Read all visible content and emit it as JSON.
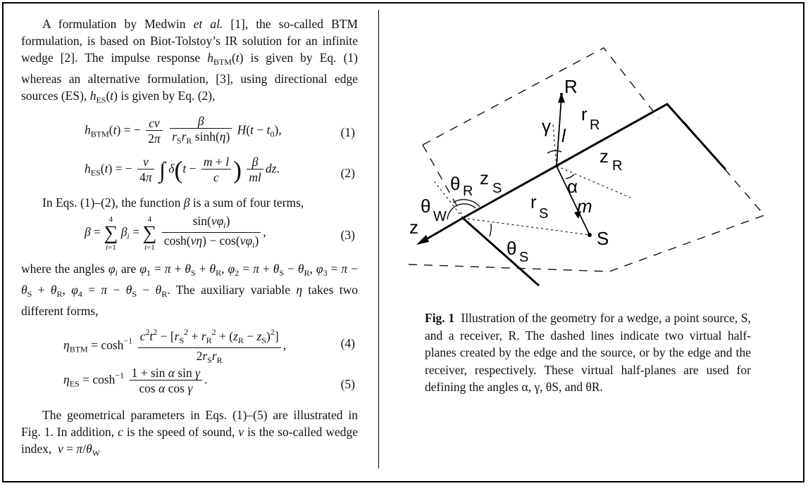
{
  "left_column": {
    "para1": "A formulation by Medwin et al. [1], the so-called BTM formulation, is based on Biot-Tolstoy’s IR solution for an infinite wedge [2]. The impulse response h_BTM(t) is given by Eq. (1) whereas an alternative formulation, [3], using directional edge sources (ES), h_ES(t) is given by Eq. (2),",
    "para2": "In Eqs. (1)–(2), the function β is a sum of four terms,",
    "para3": "where the angles φi are φ1 = π + θS + θR, φ2 = π + θS − θR, φ3 = π − θS + θR, φ4 = π − θS − θR. The auxiliary variable η takes two different forms,",
    "para4": "The geometrical parameters in Eqs. (1)–(5) are illustrated in Fig. 1. In addition, c is the speed of sound, ν is the so-called wedge index, ν = π/θW"
  },
  "equations": {
    "eq1_num": "(1)",
    "eq2_num": "(2)",
    "eq3_num": "(3)",
    "eq4_num": "(4)",
    "eq5_num": "(5)"
  },
  "figure": {
    "labels": {
      "R": "R",
      "S": "S",
      "z": "z",
      "zS": "z",
      "zS_sub": "S",
      "zR": "z",
      "zR_sub": "R",
      "rS": "r",
      "rS_sub": "S",
      "rR": "r",
      "rR_sub": "R",
      "l": "l",
      "m": "m",
      "gamma": "γ",
      "alpha": "α",
      "thetaR": "θ",
      "thetaR_sub": "R",
      "thetaW": "θ",
      "thetaW_sub": "W",
      "thetaS": "θ",
      "thetaS_sub": "S"
    }
  },
  "caption": {
    "label": "Fig. 1",
    "text": "Illustration of the geometry for a wedge, a point source, S, and a receiver, R. The dashed lines indicate two virtual half-planes created by the edge and the source, or by the edge and the receiver, respectively. These virtual half-planes are used for defining the angles α, γ, θS, and θR."
  }
}
